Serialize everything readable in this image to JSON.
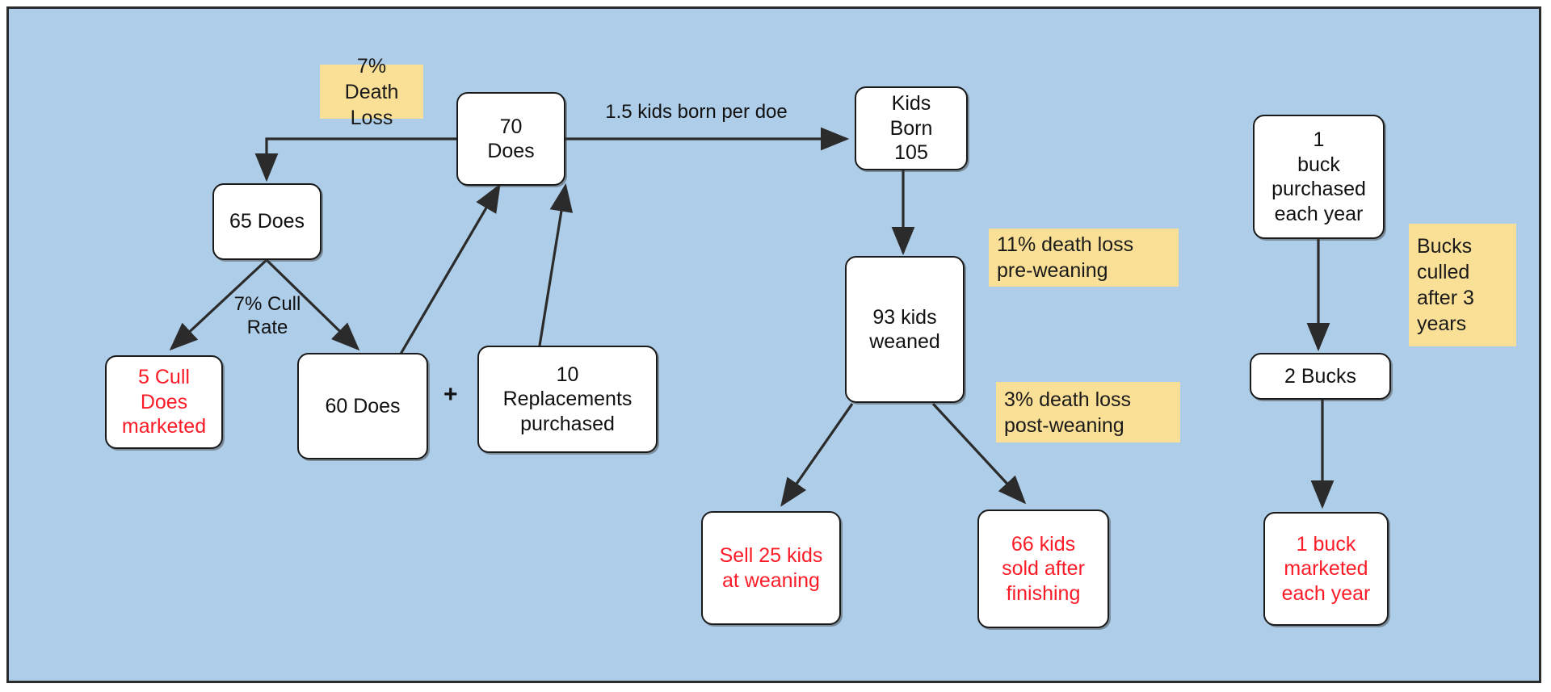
{
  "diagram": {
    "title": "Goat herd flow diagram",
    "background_color": "#aecde8",
    "border_color": "#2b2b2b",
    "node_fill": "#ffffff",
    "node_stroke": "#1a1a1a",
    "note_fill": "#fadf96",
    "highlight_text_color": "#fb1c28",
    "text_color": "#111111"
  },
  "nodes": {
    "does_70": "70\nDoes",
    "does_65": "65  Does",
    "cull_does": "5 Cull\nDoes\nmarketed",
    "does_60": "60 Does",
    "replacements": "10\nReplacements\npurchased",
    "kids_born": "Kids\nBorn\n105",
    "kids_weaned": "93 kids\nweaned",
    "sell_at_weaning": "Sell 25 kids\nat weaning",
    "sold_after_finishing": "66 kids\nsold after\nfinishing",
    "buck_purchased": "1\nbuck\npurchased\neach  year",
    "bucks_2": "2 Bucks",
    "buck_marketed": "1 buck\nmarketed\neach year"
  },
  "notes": {
    "death_loss_does": "7% Death\nLoss",
    "death_loss_pre_weaning": "11% death loss\npre-weaning",
    "death_loss_post_weaning": "3% death loss\npost-weaning",
    "bucks_culled": "Bucks\nculled\nafter 3\nyears"
  },
  "edge_labels": {
    "kids_per_doe": "1.5 kids born per doe",
    "cull_rate": "7% Cull\nRate",
    "plus": "+"
  },
  "chart_data": {
    "type": "diagram",
    "flow": [
      {
        "from": "does_70",
        "to": "does_65",
        "label": "7% Death Loss"
      },
      {
        "from": "does_70",
        "to": "kids_born",
        "label": "1.5 kids born per doe"
      },
      {
        "from": "does_65",
        "to": "cull_does",
        "label": "7% Cull Rate"
      },
      {
        "from": "does_65",
        "to": "does_60",
        "label": "7% Cull Rate"
      },
      {
        "from": "does_60",
        "to": "does_70",
        "label": ""
      },
      {
        "from": "replacements",
        "to": "does_70",
        "label": ""
      },
      {
        "from": "kids_born",
        "to": "kids_weaned",
        "label": "11% death loss pre-weaning"
      },
      {
        "from": "kids_weaned",
        "to": "sell_at_weaning",
        "label": ""
      },
      {
        "from": "kids_weaned",
        "to": "sold_after_finishing",
        "label": "3% death loss post-weaning"
      },
      {
        "from": "buck_purchased",
        "to": "bucks_2",
        "label": ""
      },
      {
        "from": "bucks_2",
        "to": "buck_marketed",
        "label": "Bucks culled after 3 years"
      }
    ],
    "values": {
      "does_start": 70,
      "does_after_death_loss": 65,
      "cull_does_marketed": 5,
      "does_retained": 60,
      "replacements_purchased": 10,
      "kids_born": 105,
      "kids_weaned": 93,
      "kids_sold_at_weaning": 25,
      "kids_sold_after_finishing": 66,
      "bucks_purchased_per_year": 1,
      "bucks_total": 2,
      "bucks_marketed_per_year": 1,
      "kids_born_per_doe": 1.5,
      "doe_death_loss_pct": 7,
      "doe_cull_rate_pct": 7,
      "pre_weaning_death_loss_pct": 11,
      "post_weaning_death_loss_pct": 3,
      "buck_cull_age_years": 3
    }
  }
}
